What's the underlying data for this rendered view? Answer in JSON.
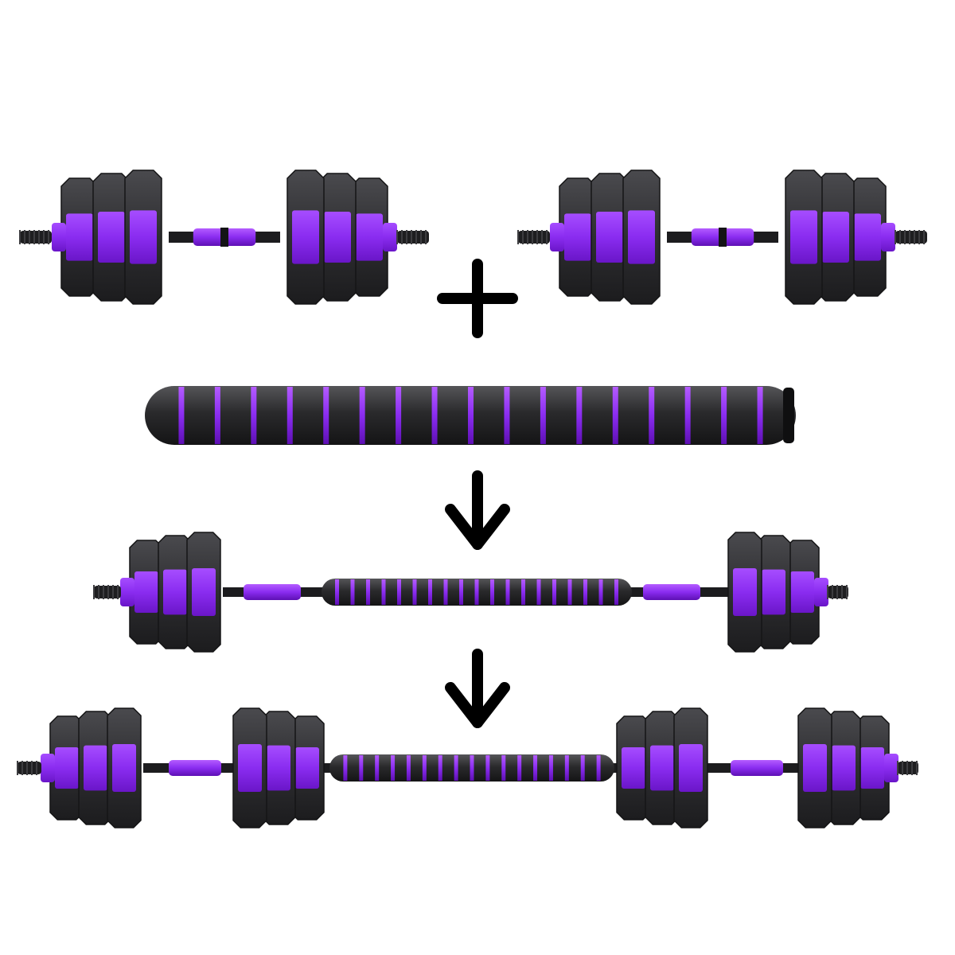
{
  "colors": {
    "background": "#ffffff",
    "plate_dark": "#2b2b2d",
    "plate_mid": "#3a3a3d",
    "accent_purple": "#8a2cf0",
    "accent_purple_light": "#a64dff",
    "symbol": "#000000"
  },
  "items": [
    {
      "name": "dumbbell-left",
      "kind": "dumbbell"
    },
    {
      "name": "dumbbell-right",
      "kind": "dumbbell"
    },
    {
      "name": "plus-icon",
      "kind": "icon"
    },
    {
      "name": "connecting-bar",
      "kind": "bar"
    },
    {
      "name": "down-arrow-icon",
      "kind": "icon"
    },
    {
      "name": "short-barbell",
      "kind": "barbell"
    },
    {
      "name": "down-arrow-icon",
      "kind": "icon"
    },
    {
      "name": "long-barbell",
      "kind": "barbell"
    }
  ]
}
